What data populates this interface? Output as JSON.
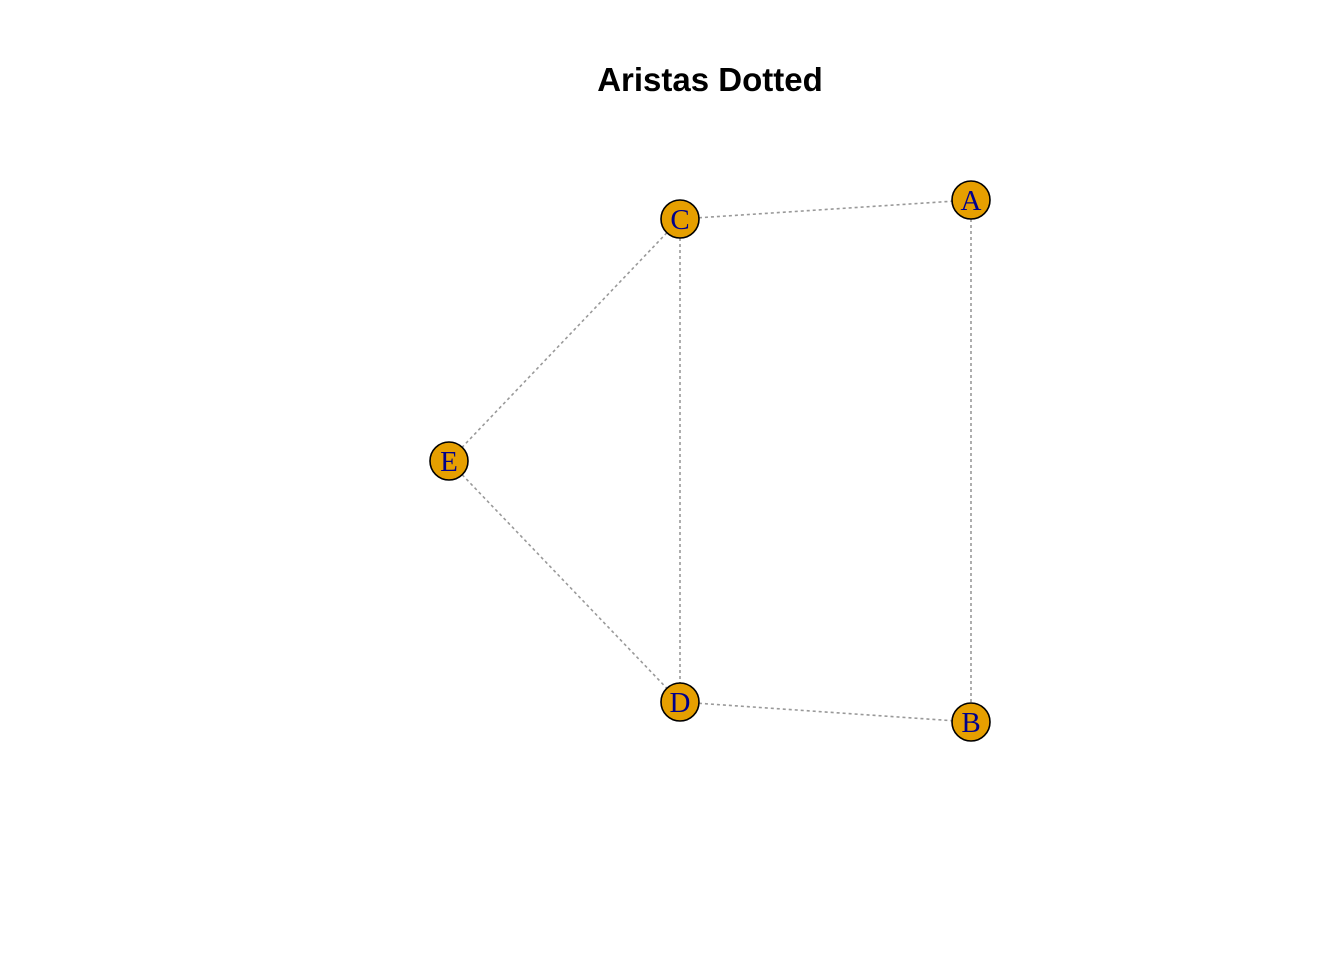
{
  "title": "Aristas Dotted",
  "style": {
    "node_fill": "#E69F00",
    "node_label_color": "#00008B",
    "edge_color": "#999999",
    "edge_style": "dotted"
  },
  "nodes": [
    {
      "id": "A",
      "label": "A"
    },
    {
      "id": "B",
      "label": "B"
    },
    {
      "id": "C",
      "label": "C"
    },
    {
      "id": "D",
      "label": "D"
    },
    {
      "id": "E",
      "label": "E"
    }
  ],
  "edges": [
    {
      "from": "C",
      "to": "A"
    },
    {
      "from": "A",
      "to": "B"
    },
    {
      "from": "C",
      "to": "E"
    },
    {
      "from": "C",
      "to": "D"
    },
    {
      "from": "E",
      "to": "D"
    },
    {
      "from": "D",
      "to": "B"
    }
  ]
}
